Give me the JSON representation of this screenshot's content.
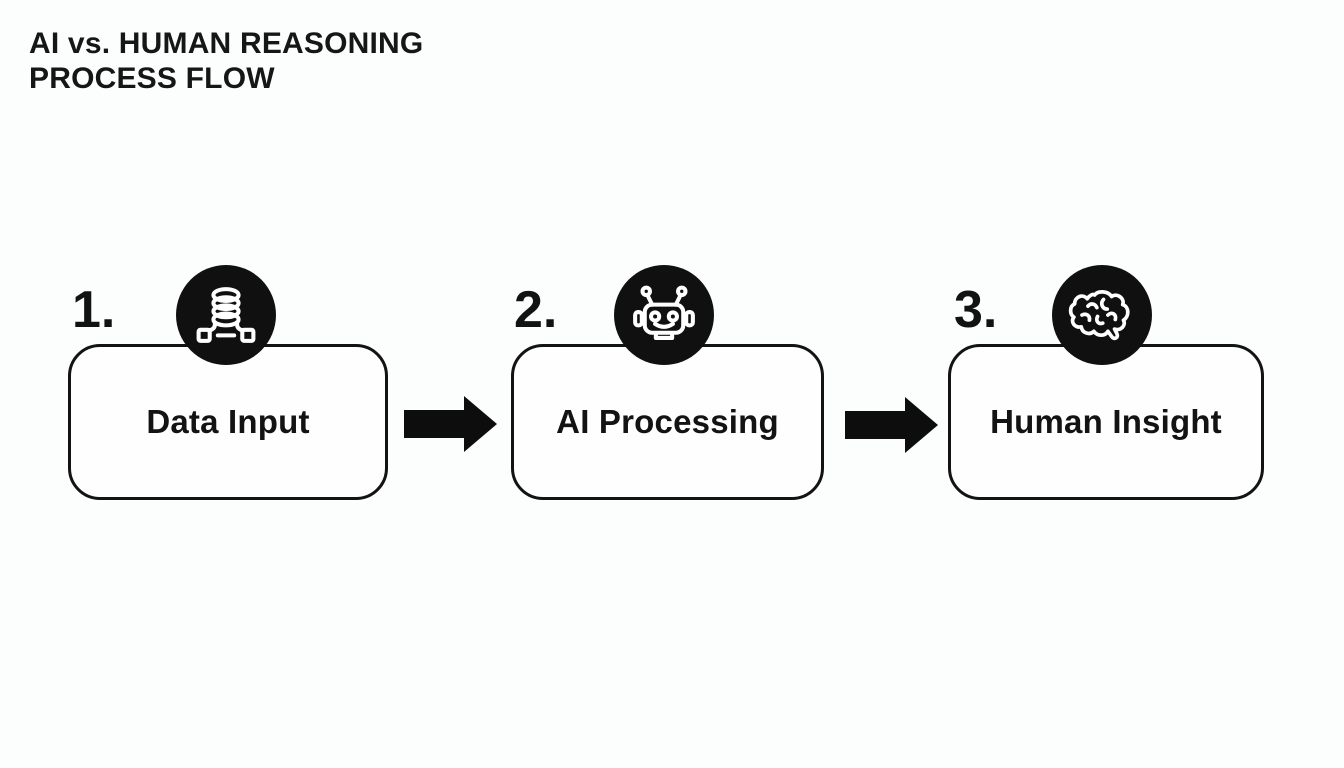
{
  "title": {
    "line1": "AI vs. HUMAN REASONING",
    "line2": "PROCESS FLOW"
  },
  "steps": [
    {
      "number": "1.",
      "label": "Data Input",
      "icon": "database-network-icon"
    },
    {
      "number": "2.",
      "label": "AI Processing",
      "icon": "robot-icon"
    },
    {
      "number": "3.",
      "label": "Human Insight",
      "icon": "brain-icon"
    }
  ],
  "colors": {
    "background": "#fcfdfd",
    "ink": "#131313",
    "circle_fill": "#101010",
    "icon_stroke": "#ffffff",
    "box_fill": "#fefefe",
    "arrow_fill": "#0d0d0d"
  }
}
